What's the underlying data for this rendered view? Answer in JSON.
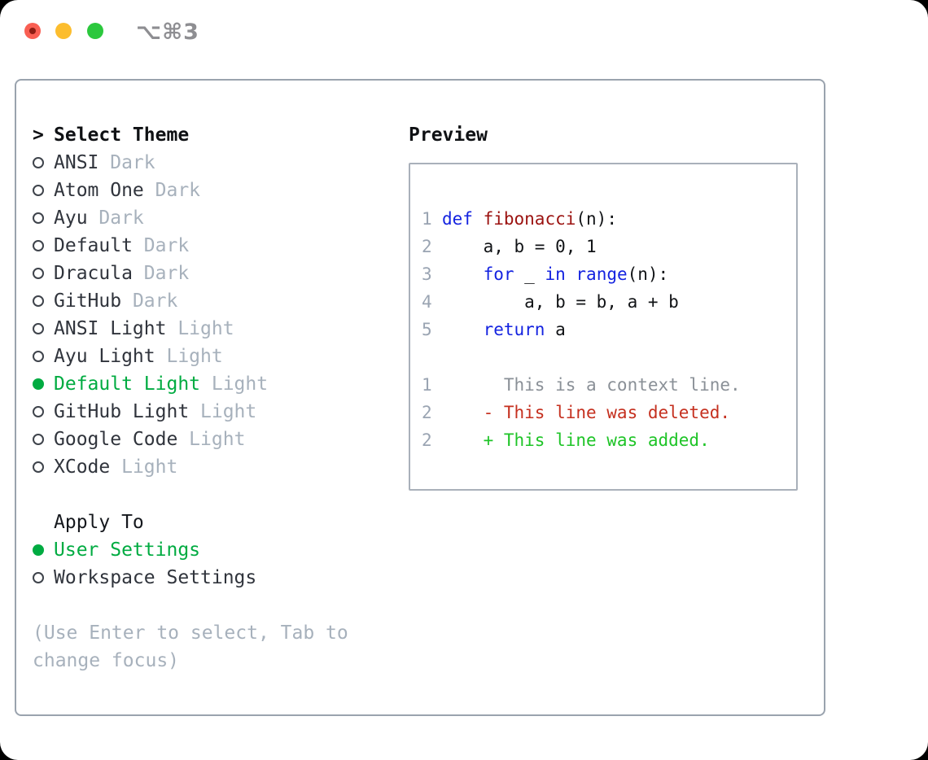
{
  "window": {
    "title": "⌥⌘3",
    "traffic_lights": [
      "close",
      "minimize",
      "zoom"
    ]
  },
  "theme_panel": {
    "prompt": ">",
    "title": "Select Theme",
    "items": [
      {
        "name": "ANSI",
        "suffix": " Dark",
        "selected": false
      },
      {
        "name": "Atom One",
        "suffix": " Dark",
        "selected": false
      },
      {
        "name": "Ayu",
        "suffix": " Dark",
        "selected": false
      },
      {
        "name": "Default",
        "suffix": " Dark",
        "selected": false
      },
      {
        "name": "Dracula",
        "suffix": " Dark",
        "selected": false
      },
      {
        "name": "GitHub",
        "suffix": " Dark",
        "selected": false
      },
      {
        "name": "ANSI Light",
        "suffix": " Light",
        "selected": false
      },
      {
        "name": "Ayu Light",
        "suffix": " Light",
        "selected": false
      },
      {
        "name": "Default Light",
        "suffix": " Light",
        "selected": true
      },
      {
        "name": "GitHub Light",
        "suffix": " Light",
        "selected": false
      },
      {
        "name": "Google Code",
        "suffix": " Light",
        "selected": false
      },
      {
        "name": "XCode",
        "suffix": " Light",
        "selected": false
      }
    ]
  },
  "apply_to": {
    "title": "Apply To",
    "options": [
      {
        "label": "User Settings",
        "selected": true
      },
      {
        "label": "Workspace Settings",
        "selected": false
      }
    ]
  },
  "help": {
    "text": "(Use Enter to select, Tab to\nchange focus)"
  },
  "preview": {
    "title": "Preview",
    "lines": [
      {
        "num": "1",
        "segments": [
          {
            "c": "kw",
            "t": "def"
          },
          {
            "c": "pl",
            "t": " "
          },
          {
            "c": "fn",
            "t": "fibonacci"
          },
          {
            "c": "pl",
            "t": "(n):"
          }
        ]
      },
      {
        "num": "2",
        "segments": [
          {
            "c": "pl",
            "t": "    a, b = 0, 1"
          }
        ]
      },
      {
        "num": "3",
        "segments": [
          {
            "c": "pl",
            "t": "    "
          },
          {
            "c": "kw",
            "t": "for"
          },
          {
            "c": "pl",
            "t": " _ "
          },
          {
            "c": "kw",
            "t": "in"
          },
          {
            "c": "pl",
            "t": " "
          },
          {
            "c": "kw",
            "t": "range"
          },
          {
            "c": "pl",
            "t": "(n):"
          }
        ]
      },
      {
        "num": "4",
        "segments": [
          {
            "c": "pl",
            "t": "        a, b = b, a + b"
          }
        ]
      },
      {
        "num": "5",
        "segments": [
          {
            "c": "pl",
            "t": "    "
          },
          {
            "c": "kw",
            "t": "return"
          },
          {
            "c": "pl",
            "t": " a"
          }
        ]
      },
      {
        "num": "",
        "segments": []
      },
      {
        "num": "1",
        "segments": [
          {
            "c": "ctx",
            "t": "      This is a context line."
          }
        ]
      },
      {
        "num": "2",
        "segments": [
          {
            "c": "del",
            "t": "    - This line was deleted."
          }
        ]
      },
      {
        "num": "2",
        "segments": [
          {
            "c": "add",
            "t": "    + This line was added."
          }
        ]
      }
    ]
  },
  "colors": {
    "selection_green": "#00ab41",
    "keyword_blue": "#1423e0",
    "function_red": "#9b1210",
    "deleted_red": "#c5301f",
    "added_green": "#1ec427",
    "context_gray": "#8a9097",
    "muted_gray": "#a7b1bc",
    "line_number_gray": "#9aa4b2",
    "panel_border_gray": "#9aa3ae",
    "traffic_red": "#f95f53",
    "traffic_yellow": "#fcbd2e",
    "traffic_green": "#2bc83d"
  }
}
